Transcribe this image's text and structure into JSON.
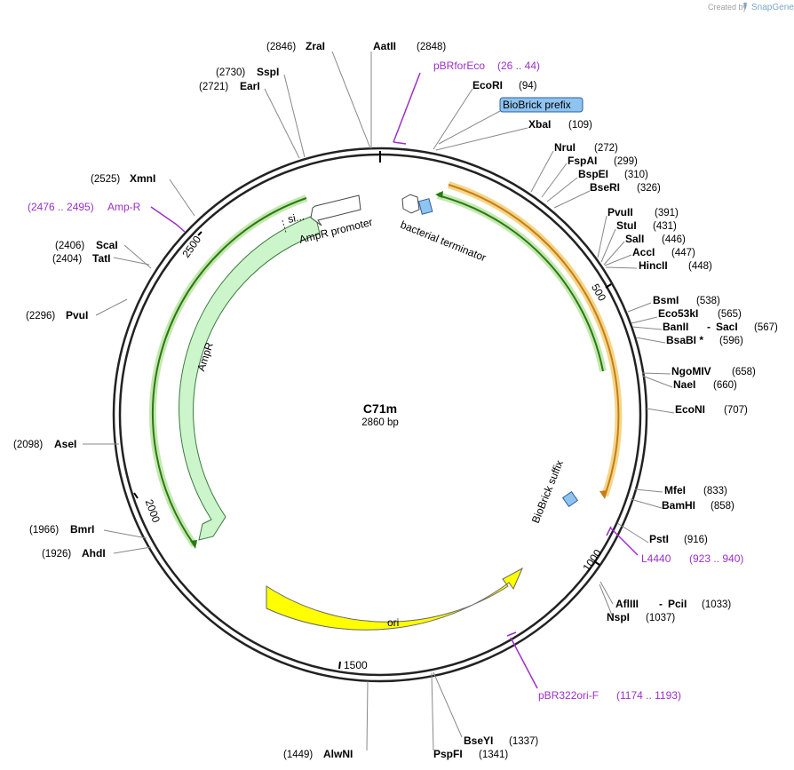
{
  "header": {
    "credit_prefix": "Created by",
    "credit_brand": "SnapGene"
  },
  "plasmid": {
    "name": "C71m",
    "size_label": "2860 bp",
    "length": 2860
  },
  "ticks": [
    "500",
    "1000",
    "1500",
    "2000",
    "2500"
  ],
  "sites": [
    {
      "id": "zrai",
      "name": "ZraI",
      "pos": "(2846)"
    },
    {
      "id": "aatii",
      "name": "AatII",
      "pos": "(2848)"
    },
    {
      "id": "sspi",
      "name": "SspI",
      "pos": "(2730)"
    },
    {
      "id": "eari",
      "name": "EarI",
      "pos": "(2721)"
    },
    {
      "id": "ecori",
      "name": "EcoRI",
      "pos": "(94)"
    },
    {
      "id": "xbai",
      "name": "XbaI",
      "pos": "(109)"
    },
    {
      "id": "nrui",
      "name": "NruI",
      "pos": "(272)"
    },
    {
      "id": "fspai",
      "name": "FspAI",
      "pos": "(299)"
    },
    {
      "id": "bspei",
      "name": "BspEI",
      "pos": "(310)"
    },
    {
      "id": "bseri",
      "name": "BseRI",
      "pos": "(326)"
    },
    {
      "id": "pvuii",
      "name": "PvuII",
      "pos": "(391)"
    },
    {
      "id": "stui",
      "name": "StuI",
      "pos": "(431)"
    },
    {
      "id": "sali",
      "name": "SalI",
      "pos": "(446)"
    },
    {
      "id": "acci",
      "name": "AccI",
      "pos": "(447)"
    },
    {
      "id": "hincii",
      "name": "HincII",
      "pos": "(448)"
    },
    {
      "id": "bsmi",
      "name": "BsmI",
      "pos": "(538)"
    },
    {
      "id": "eco53ki",
      "name": "Eco53kI",
      "pos": "(565)"
    },
    {
      "id": "banii",
      "name": "BanII",
      "pos": ""
    },
    {
      "id": "saci",
      "name": "SacI",
      "pos": "(567)"
    },
    {
      "id": "bsabi",
      "name": "BsaBI *",
      "pos": "(596)"
    },
    {
      "id": "ngomiv",
      "name": "NgoMIV",
      "pos": "(658)"
    },
    {
      "id": "naei",
      "name": "NaeI",
      "pos": "(660)"
    },
    {
      "id": "econi",
      "name": "EcoNI",
      "pos": "(707)"
    },
    {
      "id": "mfei",
      "name": "MfeI",
      "pos": "(833)"
    },
    {
      "id": "bamhi",
      "name": "BamHI",
      "pos": "(858)"
    },
    {
      "id": "psti",
      "name": "PstI",
      "pos": "(916)"
    },
    {
      "id": "afliii",
      "name": "AflIII",
      "pos": ""
    },
    {
      "id": "pcii",
      "name": "PciI",
      "pos": "(1033)"
    },
    {
      "id": "nspi",
      "name": "NspI",
      "pos": "(1037)"
    },
    {
      "id": "bseyi",
      "name": "BseYI",
      "pos": "(1337)"
    },
    {
      "id": "pspfi",
      "name": "PspFI",
      "pos": "(1341)"
    },
    {
      "id": "alwni",
      "name": "AlwNI",
      "pos": "(1449)"
    },
    {
      "id": "ahdi",
      "name": "AhdI",
      "pos": "(1926)"
    },
    {
      "id": "bmri",
      "name": "BmrI",
      "pos": "(1966)"
    },
    {
      "id": "asei",
      "name": "AseI",
      "pos": "(2098)"
    },
    {
      "id": "pvui",
      "name": "PvuI",
      "pos": "(2296)"
    },
    {
      "id": "scai",
      "name": "ScaI",
      "pos": "(2406)"
    },
    {
      "id": "tati",
      "name": "TatI",
      "pos": "(2404)"
    },
    {
      "id": "xmni",
      "name": "XmnI",
      "pos": "(2525)"
    }
  ],
  "primers": [
    {
      "id": "pbrforeco",
      "name": "pBRforEco",
      "range": "(26 .. 44)"
    },
    {
      "id": "ampr",
      "name": "Amp-R",
      "range": "(2476 .. 2495)"
    },
    {
      "id": "l4440",
      "name": "L4440",
      "range": "(923 .. 940)"
    },
    {
      "id": "pbr322ori",
      "name": "pBR322ori-F",
      "range": "(1174 .. 1193)"
    }
  ],
  "features": {
    "biobrick_prefix": "BioBrick prefix",
    "biobrick_suffix": "BioBrick suffix",
    "bacterial_terminator": "bacterial terminator",
    "ampr_promoter": "AmpR promoter",
    "ampr": "AmpR",
    "signal": "si...",
    "ori": "ori"
  },
  "colors": {
    "primer": "#9b30c8",
    "ampr_fill": "#ccf5cc",
    "ori_fill": "#ffff00",
    "orf_orange": "#e8a030",
    "orf_green": "#2a7a10",
    "feature_blue": "#8fc3f0"
  }
}
